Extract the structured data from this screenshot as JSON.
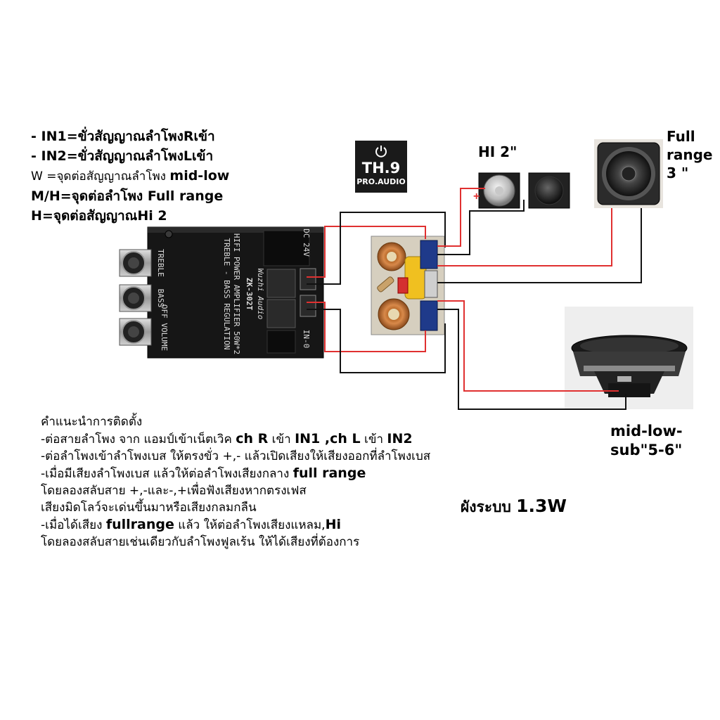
{
  "legend": {
    "line1": "- IN1=ขั่วสัญญาณลำโพงRเข้า",
    "line2": "- IN2=ขั่วสัญญาณลำโพงLเข้า",
    "line3_pre": "W =จุดต่อสัญญาณลำโพง ",
    "line3_em": "mid-low",
    "line4_pre": "M/H=จุดต่อลำโพง ",
    "line4_em": "Full range",
    "line5": "H=จุดต่อสัญญาณHi 2"
  },
  "logo": {
    "main": "TH.9",
    "sub": "PRO.AUDIO"
  },
  "labels": {
    "hi": "HI 2\"",
    "full1": "Full",
    "full2": "range",
    "full3": "3 \"",
    "mid1": "mid-low-",
    "mid2": "sub\"5-6\"",
    "plus": "+"
  },
  "amp": {
    "brand": "Wuzhi Audio",
    "model": "ZK-302T",
    "line1": "HIFI POWER AMPLIFIER 50W*2",
    "line2": "TREBLE - BASS  REGULATION",
    "knob1": "TREBLE",
    "knob2": "BASS",
    "knob3": "OFF VOLUME",
    "port_top": "DC 24V",
    "port_bottom": "IN-0"
  },
  "instructions": {
    "title": "คำแนะนำการติดตั้ง",
    "l1_pre": "-ต่อสายลำโพง จาก แอมป์เข้าเน็ตเวิค ",
    "l1_b1": "ch R",
    "l1_mid": " เข้า ",
    "l1_b2": "IN1 ,ch L",
    "l1_mid2": " เข้า ",
    "l1_b3": "IN2",
    "l2": "-ต่อลำโพงเข้าลำโพงเบส ให้ตรงขั่ว +,- แล้วเปิดเสียงให้เสียงออกที่ลำโพงเบส",
    "l3_pre": "-เมื่อมีเสียงลำโพงเบส แล้วให้ต่อลำโพงเสียงกลาง ",
    "l3_b": "full range",
    "l4": "โดยลองสลับสาย +,-และ-,+เพื่อฟังเสียงหากตรงเฟส",
    "l5": "เสียงมิดโลว์จะเด่นขึ้นมาหรือเสียงกลมกลืน",
    "l6_pre": "-เมื่อได้เสียง ",
    "l6_b": "fullrange",
    "l6_mid": " แล้ว ให้ต่อลำโพงเสียงแหลม,",
    "l6_b2": "Hi",
    "l7": "โดยลองสลับสายเช่นเดียวกับลำโพงฟูลเร้น ให้ได้เสียงที่ต้องการ"
  },
  "system": {
    "pre": "ผังระบบ ",
    "power": "1.3W"
  },
  "colors": {
    "wire_red": "#e03030",
    "wire_black": "#111111",
    "amp_body": "#151515",
    "pcb": "#d8d0c0"
  }
}
